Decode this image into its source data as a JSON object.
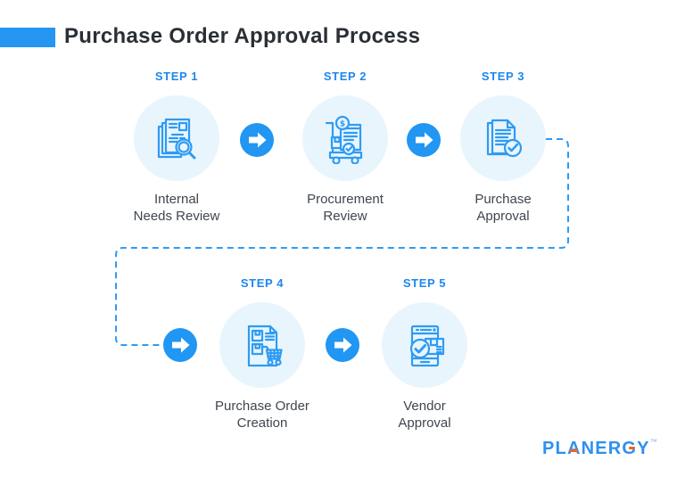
{
  "title": "Purchase Order Approval Process",
  "steps": [
    {
      "label": "STEP 1",
      "line1": "Internal",
      "line2": "Needs Review",
      "icon": "documents-magnifier-icon"
    },
    {
      "label": "STEP 2",
      "line1": "Procurement",
      "line2": "Review",
      "icon": "procurement-cart-icon"
    },
    {
      "label": "STEP 3",
      "line1": "Purchase",
      "line2": "Approval",
      "icon": "document-check-icon"
    },
    {
      "label": "STEP 4",
      "line1": "Purchase Order",
      "line2": "Creation",
      "icon": "purchase-order-cart-icon"
    },
    {
      "label": "STEP 5",
      "line1": "Vendor",
      "line2": "Approval",
      "icon": "device-package-check-icon"
    }
  ],
  "arrow_icon": "arrow-right-icon",
  "logo": {
    "text": "PLANERGY",
    "tm": "™"
  },
  "colors": {
    "accent_blue": "#2196F3",
    "icon_stroke_blue": "#2E9BF3",
    "circle_background": "#E9F5FD",
    "step_label_blue": "#1E87EE",
    "title_text": "#2A2F36",
    "body_text": "#3F464E",
    "logo_blue": "#2E90EF",
    "logo_orange": "#F26322"
  }
}
